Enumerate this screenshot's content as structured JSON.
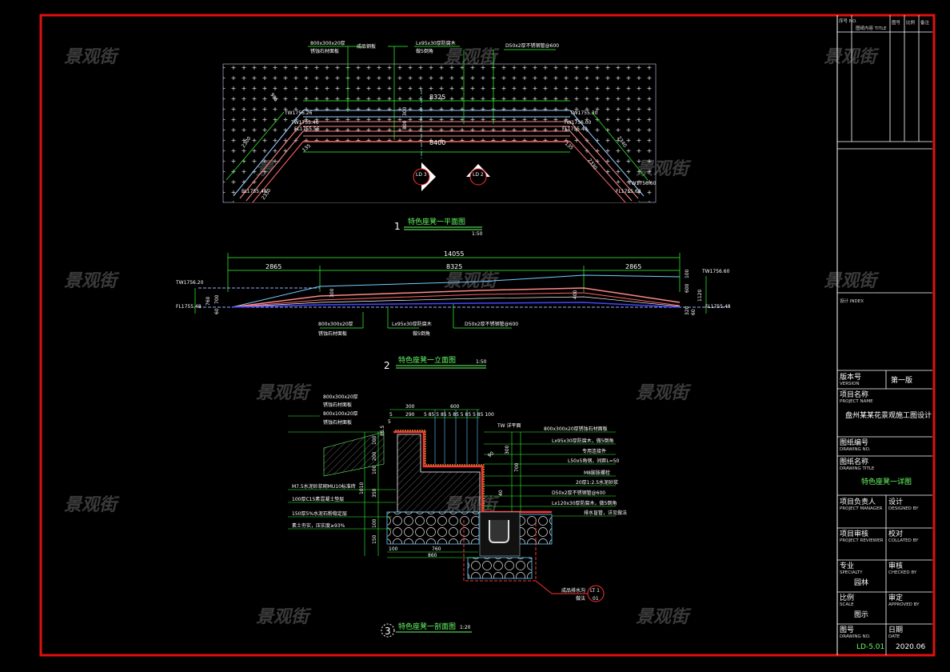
{
  "watermark": "景观街",
  "index_table": {
    "headers": [
      "序号 NO.",
      "图纸内容 TITLE",
      "图号",
      "比例",
      "备注"
    ],
    "caption": "设计 INDEX"
  },
  "title_block": {
    "version_label": "版本号",
    "version_label_en": "VERSION",
    "version_value": "第一版",
    "project_label": "项目名称",
    "project_label_en": "PROJECT NAME",
    "project_value": "盘州某某花景观施工图设计",
    "drawing_no_label": "图纸编号",
    "drawing_no_label_en": "DRAWING NO.",
    "drawing_title_label": "图纸名称",
    "drawing_title_label_en": "DRAWING TITLE",
    "drawing_title_value": "特色座凳一详图",
    "manager_label": "项目负责人",
    "manager_label_en": "PROJECT MANAGER",
    "designed_label": "设计",
    "designed_label_en": "DESIGNED BY",
    "reviewer_label": "项目审核",
    "reviewer_label_en": "PROJECT REVIEWER",
    "collated_label": "校对",
    "collated_label_en": "COLLATED BY",
    "specialty_label": "专业",
    "specialty_label_en": "SPECIALTY",
    "specialty_value": "园林",
    "checked_label": "审核",
    "checked_label_en": "CHECKED BY",
    "scale_label": "比例",
    "scale_label_en": "SCALE",
    "scale_value": "图示",
    "approved_label": "审定",
    "approved_label_en": "APPROVED BY",
    "sheet_label": "图号",
    "sheet_label_en": "DRAWING NO.",
    "sheet_value": "LD-5.01",
    "date_label": "日期",
    "date_label_en": "DATE",
    "date_value": "2020.06"
  },
  "plan": {
    "title_no": "1",
    "title": "特色座凳一平面图",
    "scale": "1:50",
    "notes": [
      "800x300x20厚",
      "锈蚀石材面板",
      "成品钢板",
      "Lx95x30厚防腐木",
      "做5倒角",
      "D50x2厚不锈钢管@600"
    ],
    "dims": [
      "8325",
      "8400",
      "800",
      "300",
      "2300",
      "2330",
      "2340",
      "2330",
      "985",
      "135",
      "135"
    ],
    "levels": [
      "TW1756.26",
      "TW1755.46",
      "FL1755.56",
      "TW1755.30",
      "TW1756.00",
      "FL1755.40",
      "TW1756.60",
      "FL1755.48",
      "FL1755.68"
    ],
    "callouts": [
      "LD 3",
      "LD 2"
    ]
  },
  "elevation": {
    "title_no": "2",
    "title": "特色座凳一立面图",
    "scale": "1:50",
    "dims": [
      "14055",
      "2865",
      "8325",
      "2865",
      "760",
      "700",
      "60",
      "300",
      "400",
      "600",
      "100",
      "1120",
      "320",
      "60"
    ],
    "levels": [
      "TW1756.20",
      "FL1755.48",
      "TW1756.60",
      "FL1755.48"
    ],
    "notes": [
      "800x300x20厚",
      "锈蚀石材面板",
      "Lx95x30厚防腐木",
      "做5倒角",
      "D50x2厚不锈钢管@600"
    ]
  },
  "section": {
    "title_no": "3",
    "title": "特色座凳一剖面图",
    "scale": "1:20",
    "top_dims": [
      "300",
      "600",
      "5",
      "290",
      "5 85 5 85 5 85 5 85 5 85 100"
    ],
    "left_dims": [
      "1010",
      "100",
      "200",
      "100",
      "350",
      "100",
      "150",
      "5",
      "85.5"
    ],
    "bottom_dims": [
      "100",
      "760",
      "860"
    ],
    "right_dims": [
      "300",
      "700",
      "90",
      "40"
    ],
    "tw_label": "TW 详平面",
    "left_notes": [
      "800x300x20厚",
      "锈蚀石材面板",
      "800x100x20厚",
      "锈蚀石材面板",
      "M7.5水泥砂浆砌MU10标准砖",
      "100厚C15素混凝土垫层",
      "150厚5%水泥石粉稳定层",
      "素土夯实，压实度≥93%"
    ],
    "right_notes": [
      "800x300x20厚锈蚀石材面板",
      "Lx95x30厚防腐木，做5倒角",
      "专用连接件",
      "L50x5角钢，间距L=50",
      "M8膨胀螺栓",
      "20厚1:2.5水泥砂浆",
      "D50x2厚不锈钢管@600",
      "Lx120x30厚防腐木，做5倒角",
      "排水盲管，详见做法"
    ],
    "drain_note": [
      "成品排水沟",
      "做法"
    ],
    "drain_ref": [
      "LT 1",
      "01"
    ]
  },
  "colors": {
    "frame": "#e01010",
    "dim": "#33ff33",
    "line": "#ffffff",
    "cyan": "#66ccff",
    "red": "#ff3333"
  }
}
